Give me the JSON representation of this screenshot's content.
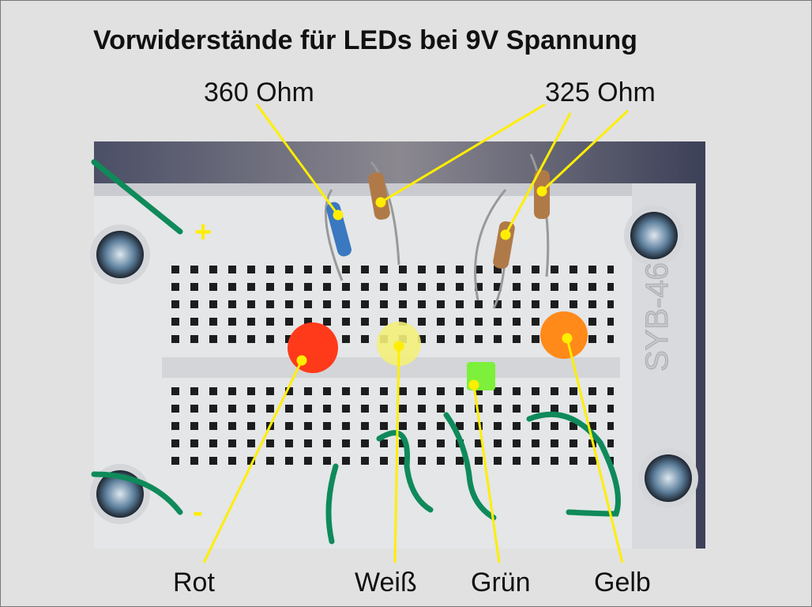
{
  "title": "Vorwiderstände für LEDs bei 9V Spannung",
  "resistors": {
    "left_label": "360 Ohm",
    "right_label": "325 Ohm"
  },
  "rails": {
    "plus": "+",
    "minus": "-"
  },
  "leds": [
    {
      "label": "Rot",
      "color": "#ff3a1a"
    },
    {
      "label": "Weiß",
      "color": "#f3f07a"
    },
    {
      "label": "Grün",
      "color": "#7cf03a"
    },
    {
      "label": "Gelb",
      "color": "#ff8a1a"
    }
  ],
  "board_marking": "SYB-46",
  "colors": {
    "annotation": "#ffee00",
    "wire": "#0f8a5a",
    "background": "#e1e1e1"
  }
}
